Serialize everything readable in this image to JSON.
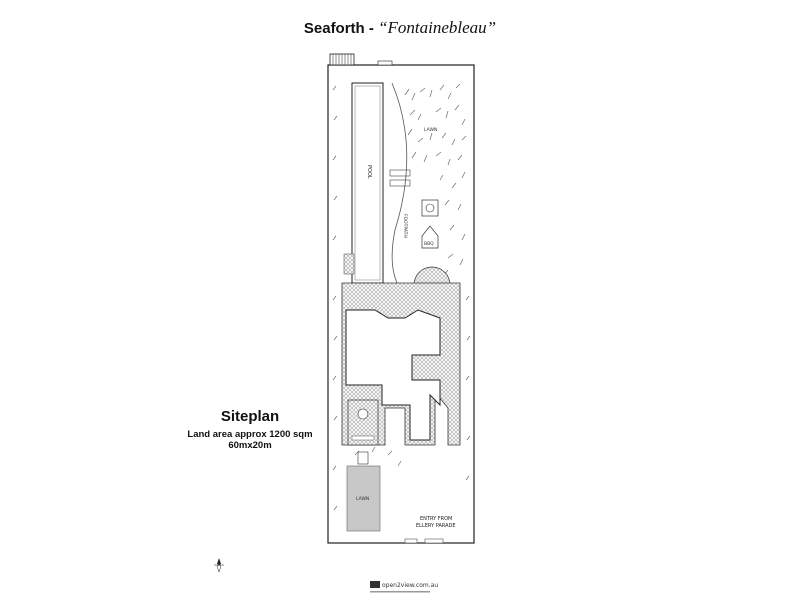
{
  "header": {
    "title_main": "Seaforth - ",
    "title_sub": "“Fontainebleau”"
  },
  "siteplan": {
    "title": "Siteplan",
    "land_area": "Land area approx 1200 sqm",
    "dimensions": "60mx20m"
  },
  "plan": {
    "pool_label": "POOL",
    "footpath_label": "FOOTPATH",
    "lawn_top_label": "LAWN",
    "lawn_bottom_label": "LAWN",
    "bbq_label": "BBQ",
    "entry_line1": "ENTRY FROM",
    "entry_line2": "ELLERY PARADE"
  },
  "footer": {
    "brand": "open2view.com.au"
  },
  "icons": {
    "compass": "north-compass-icon",
    "logo": "open2view-logo-icon"
  }
}
